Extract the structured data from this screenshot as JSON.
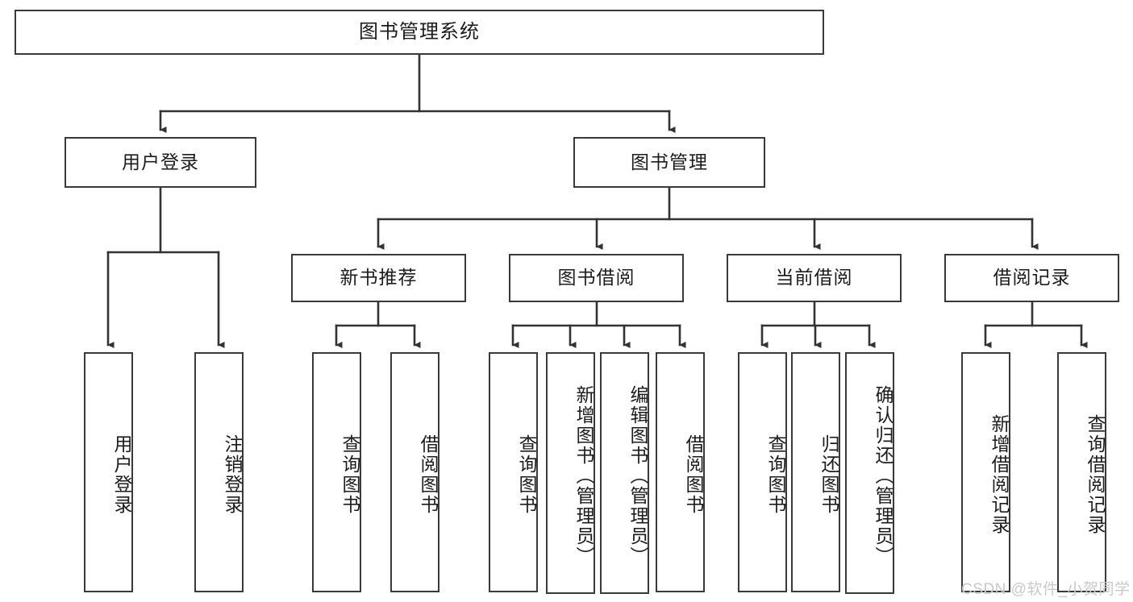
{
  "diagram": {
    "title": "图书管理系统",
    "watermark": "CSDN @软件_小贺同学",
    "colors": {
      "box_border": "#3a3a3a",
      "box_fill": "#ffffff",
      "edge": "#333333",
      "text": "#1c1c1c",
      "watermark": "#c9c9c9",
      "background": "#ffffff"
    },
    "nodes": {
      "root": {
        "label": "图书管理系统"
      },
      "level1": [
        {
          "label": "用户登录"
        },
        {
          "label": "图书管理"
        }
      ],
      "level2": [
        {
          "label": "新书推荐"
        },
        {
          "label": "图书借阅"
        },
        {
          "label": "当前借阅"
        },
        {
          "label": "借阅记录"
        }
      ],
      "leaves_user_login": [
        {
          "label": "用户登录"
        },
        {
          "label": "注销登录"
        }
      ],
      "leaves_new_book": [
        {
          "label": "查询图书"
        },
        {
          "label": "借阅图书"
        }
      ],
      "leaves_borrow": [
        {
          "label": "查询图书"
        },
        {
          "label": "新增图书（管理员）"
        },
        {
          "label": "编辑图书（管理员）"
        },
        {
          "label": "借阅图书"
        }
      ],
      "leaves_current": [
        {
          "label": "查询图书"
        },
        {
          "label": "归还图书"
        },
        {
          "label": "确认归还（管理员）"
        }
      ],
      "leaves_records": [
        {
          "label": "新增借阅记录"
        },
        {
          "label": "查询借阅记录"
        }
      ]
    }
  }
}
